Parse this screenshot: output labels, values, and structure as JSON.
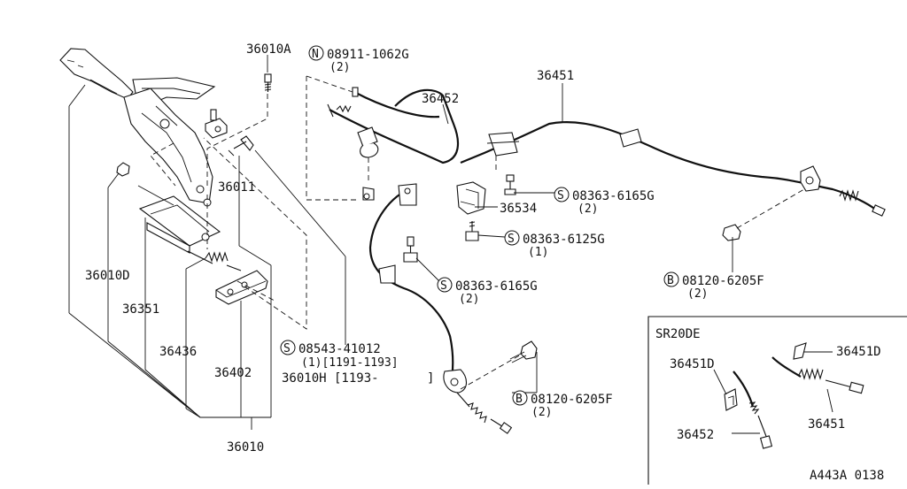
{
  "diagram": {
    "parts": {
      "p36010A": "36010A",
      "p36452": "36452",
      "p36451": "36451",
      "p36011": "36011",
      "p36534": "36534",
      "p36010D": "36010D",
      "p36351": "36351",
      "p36436": "36436",
      "p36402": "36402",
      "p36010H": "36010H [1193-",
      "p36010H_end": "]",
      "p36010": "36010"
    },
    "callouts": {
      "n08911": {
        "prefix": "N",
        "number": "08911-1062G",
        "qty": "(2)"
      },
      "s08363a": {
        "prefix": "S",
        "number": "08363-6165G",
        "qty": "(2)"
      },
      "s08363b": {
        "prefix": "S",
        "number": "08363-6125G",
        "qty": "(1)"
      },
      "s08363c": {
        "prefix": "S",
        "number": "08363-6165G",
        "qty": "(2)"
      },
      "b08120a": {
        "prefix": "B",
        "number": "08120-6205F",
        "qty": "(2)"
      },
      "b08120b": {
        "prefix": "B",
        "number": "08120-6205F",
        "qty": "(2)"
      },
      "s08543": {
        "prefix": "S",
        "number": "08543-41012",
        "qty": "(1)[1191-1193]"
      }
    },
    "inset": {
      "title": "SR20DE",
      "labels": {
        "a": "36451D",
        "b": "36451D",
        "c": "36451",
        "d": "36452"
      }
    },
    "diagram_code": "A443A 0138"
  }
}
